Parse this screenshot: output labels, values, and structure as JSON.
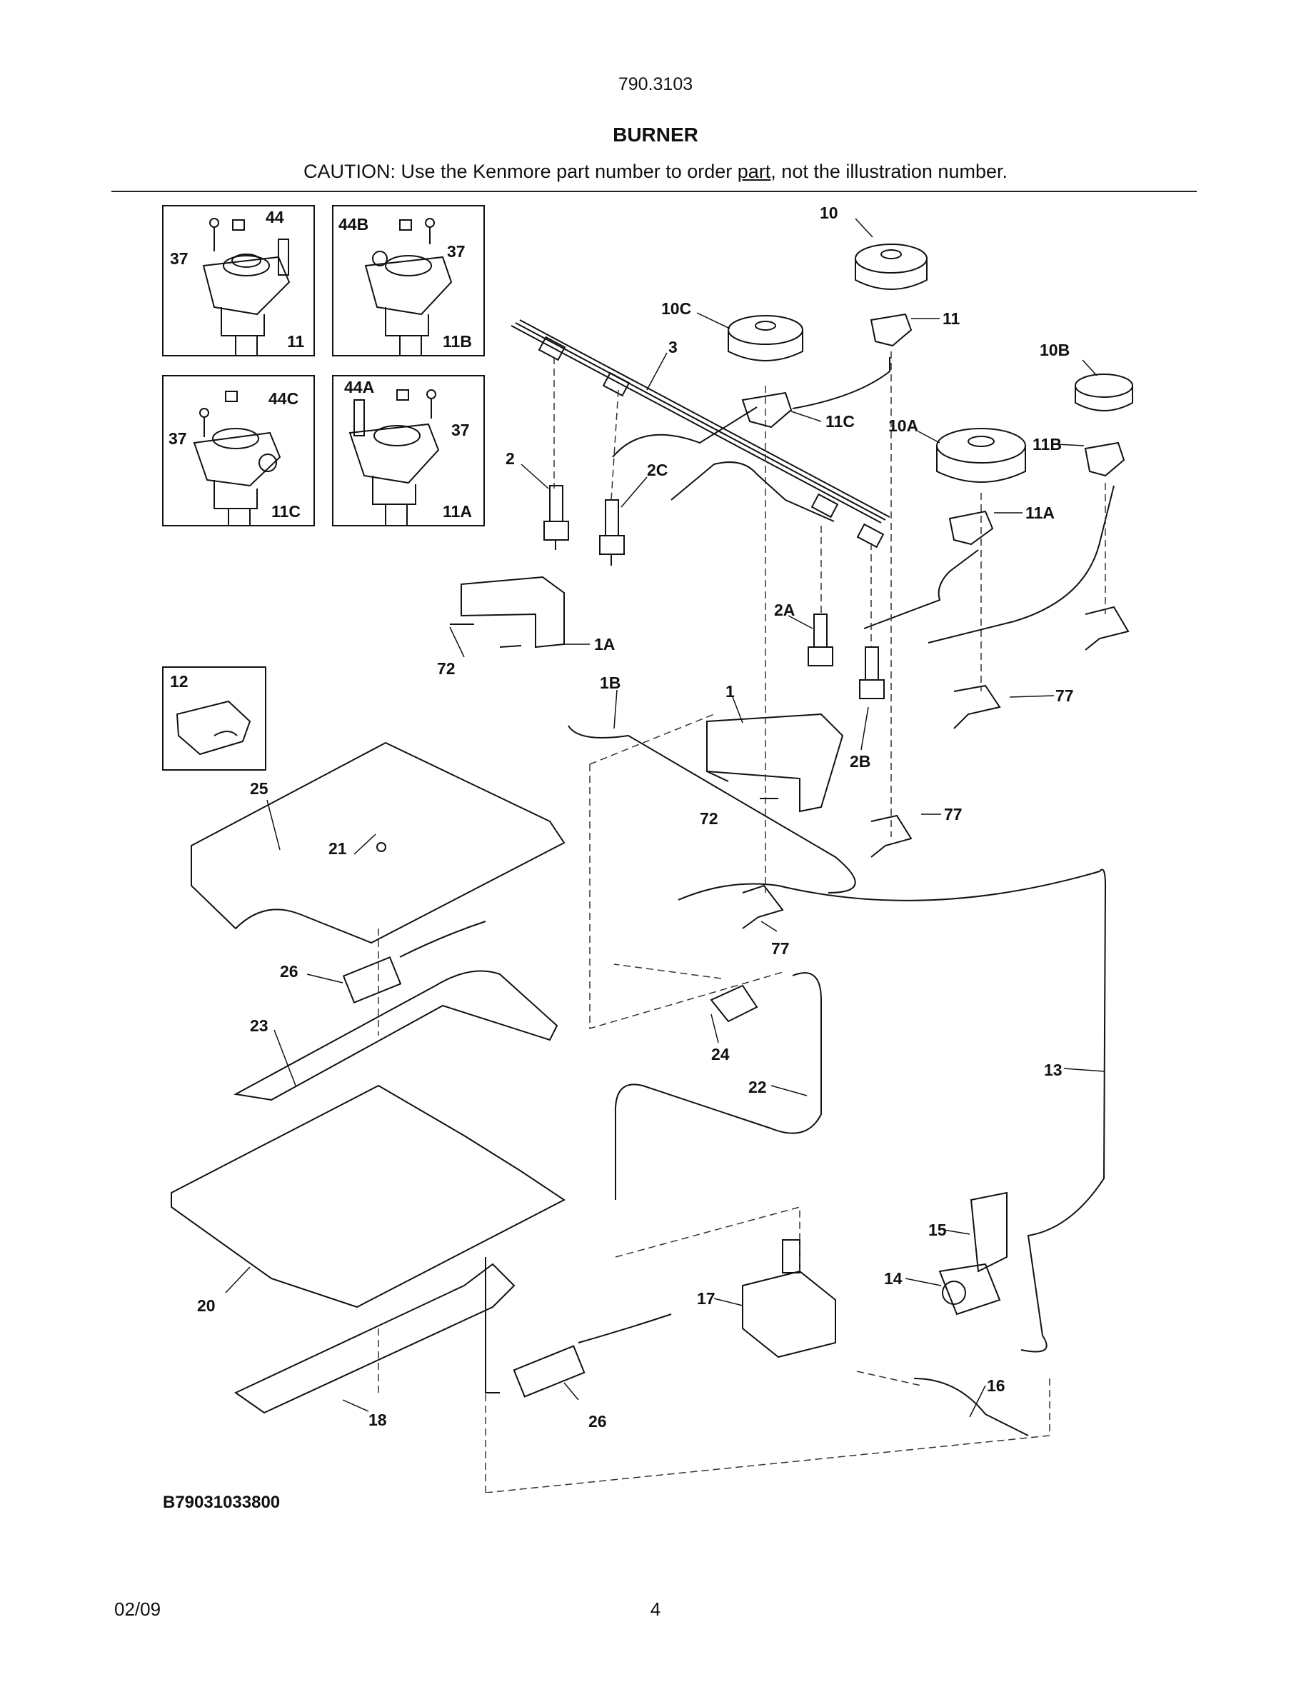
{
  "header": {
    "model_number": "790.3103",
    "title": "BURNER",
    "caution_before": "CAUTION: Use the Kenmore part number to order ",
    "caution_underlined": "part",
    "caution_after": ", not the illustration number."
  },
  "inset_boxes": [
    {
      "id": "11",
      "labels": [
        "37",
        "44",
        "11"
      ]
    },
    {
      "id": "11B",
      "labels": [
        "44B",
        "37",
        "11B"
      ]
    },
    {
      "id": "11C",
      "labels": [
        "44C",
        "37",
        "11C"
      ]
    },
    {
      "id": "11A",
      "labels": [
        "44A",
        "37",
        "11A"
      ]
    },
    {
      "id": "12",
      "labels": [
        "12"
      ]
    }
  ],
  "callouts": [
    "10",
    "11",
    "10C",
    "3",
    "10B",
    "11C",
    "10A",
    "11B",
    "2",
    "2C",
    "11A",
    "2A",
    "72",
    "1A",
    "1B",
    "1",
    "2B",
    "77",
    "25",
    "21",
    "26",
    "23",
    "24",
    "22",
    "13",
    "20",
    "15",
    "14",
    "17",
    "16",
    "18"
  ],
  "diagram_code": "B79031033800",
  "footer": {
    "date": "02/09",
    "page": "4"
  }
}
